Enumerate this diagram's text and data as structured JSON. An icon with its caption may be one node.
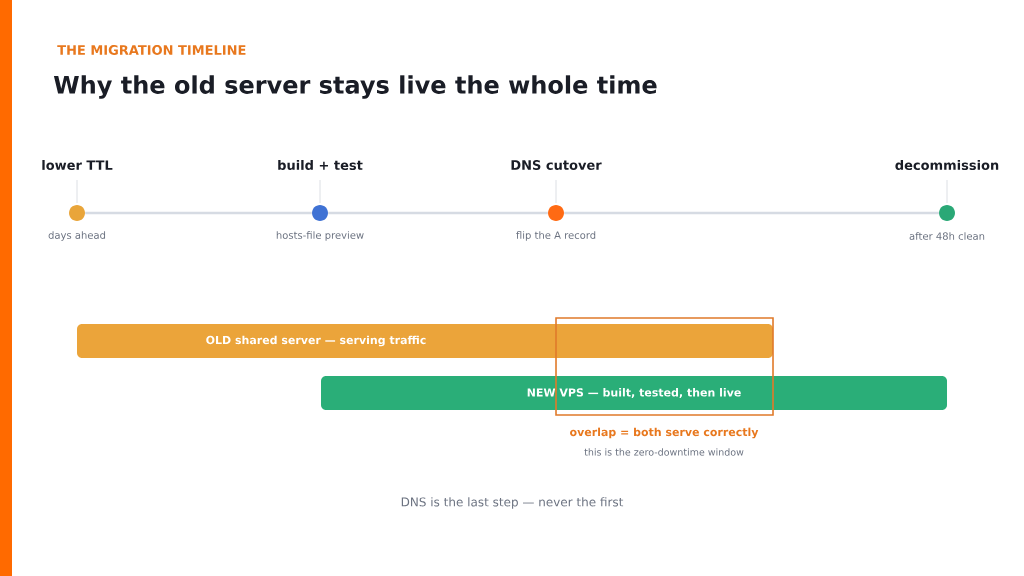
{
  "diagram": {
    "title": "Why the old server stays live the whole time",
    "nodes": [
      {
        "text": [
          "lower TTL"
        ],
        "beside": [
          "days ahead"
        ]
      },
      {
        "text": [
          "build + test"
        ],
        "beside": [
          "hosts-file preview"
        ]
      },
      {
        "text": [
          "DNS cutover"
        ],
        "beside": [
          "flip the A record"
        ]
      },
      {
        "text": [
          "decommission"
        ],
        "beside": [
          "after 48h clean"
        ]
      },
      {
        "text": [
          "OLD shared server — serving traffic"
        ]
      },
      {
        "text": [
          "NEW VPS — built, tested, then live"
        ]
      }
    ],
    "edges": [
      {
        "from": 0,
        "to": 1,
        "arrow": "none"
      },
      {
        "from": 1,
        "to": 2,
        "arrow": "none"
      },
      {
        "from": 2,
        "to": 3,
        "arrow": "none"
      }
    ],
    "labels": [
      "THE MIGRATION TIMELINE",
      "overlap = both serve correctly",
      "this is the zero-downtime window",
      "DNS is the last step — never the first"
    ]
  }
}
